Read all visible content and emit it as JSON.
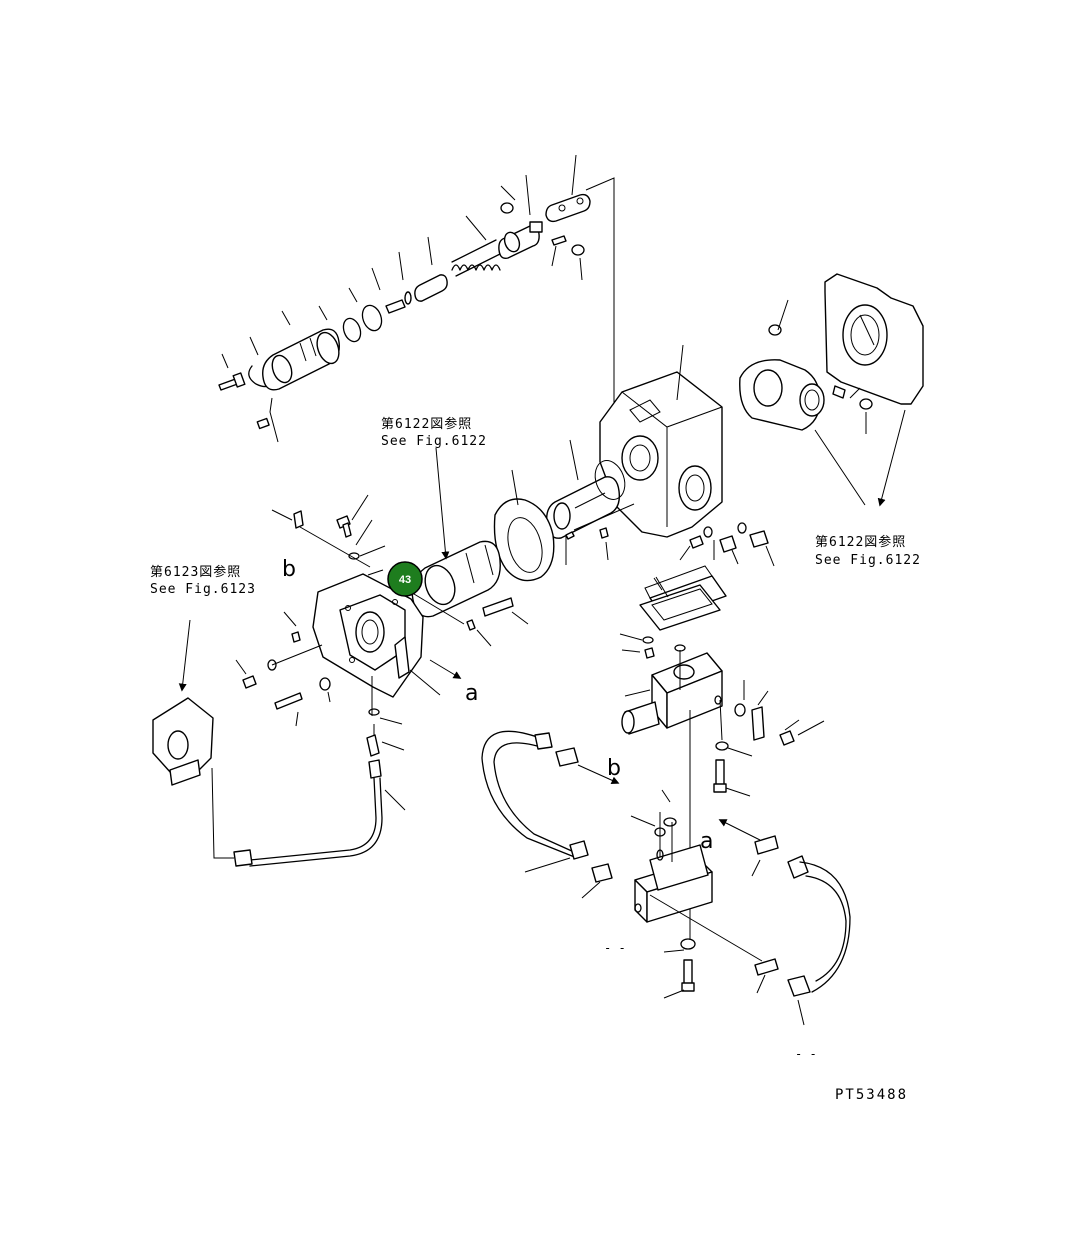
{
  "references": [
    {
      "ja": "第6122図参照",
      "en": "See Fig.6122"
    },
    {
      "ja": "第6123図参照",
      "en": "See Fig.6123"
    },
    {
      "ja": "第6122図参照",
      "en": "See Fig.6122"
    }
  ],
  "markers": {
    "a": "a",
    "b": "b"
  },
  "callout": {
    "number": "43",
    "color": "#1e7d1e"
  },
  "drawing_code": "PT53488",
  "dash_marks": [
    "- -",
    "- -"
  ]
}
